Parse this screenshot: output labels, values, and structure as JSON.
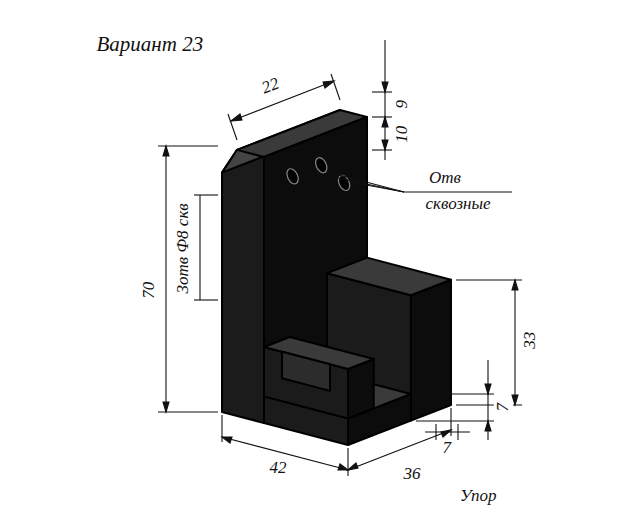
{
  "diagram": {
    "title": "Вариант 23",
    "caption": "Упор",
    "labels": [
      "22",
      "9",
      "10",
      "Отв",
      "сквозные",
      "3отв Ф8 скв",
      "70",
      "33",
      "7",
      "7",
      "42",
      "36"
    ]
  }
}
